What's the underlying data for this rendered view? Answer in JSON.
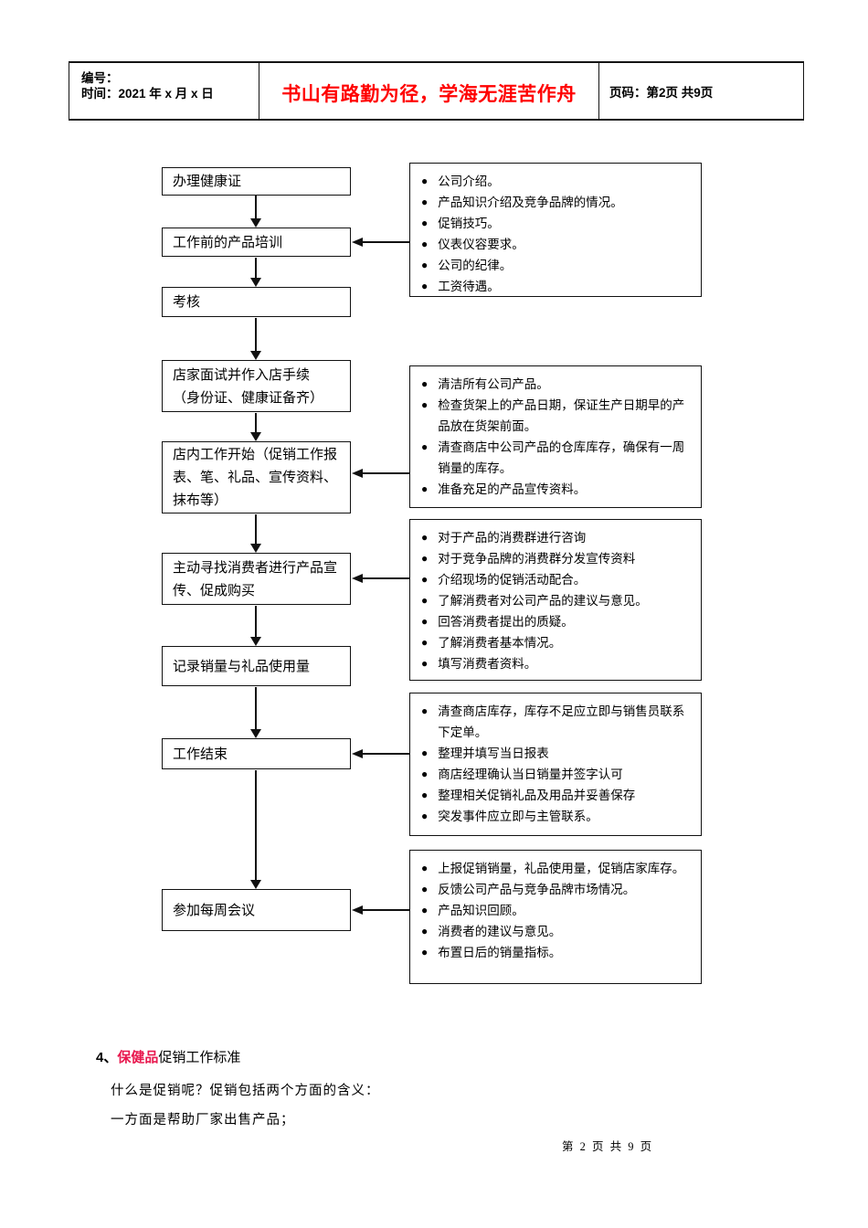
{
  "header": {
    "number_label": "编号：",
    "time_label": "时间：2021 年 x 月 x 日",
    "motto": "书山有路勤为径，学海无涯苦作舟",
    "page_label": "页码：第2页 共9页"
  },
  "colors": {
    "motto_red": "#ff0000",
    "highlight_pink": "#e8194f",
    "line_black": "#111111"
  },
  "flowchart": {
    "steps": [
      {
        "label": "办理健康证"
      },
      {
        "label": "工作前的产品培训"
      },
      {
        "label": "考核"
      },
      {
        "label": "店家面试并作入店手续\n（身份证、健康证备齐）"
      },
      {
        "label": "店内工作开始（促销工作报\n表、笔、礼品、宣传资料、\n抹布等）"
      },
      {
        "label": "主动寻找消费者进行产品宣\n传、促成购买"
      },
      {
        "label": "记录销量与礼品使用量"
      },
      {
        "label": "工作结束"
      },
      {
        "label": "参加每周会议"
      }
    ],
    "bullet_icon": "●",
    "details": [
      {
        "bullets": [
          "公司介绍。",
          "产品知识介绍及竞争品牌的情况。",
          "促销技巧。",
          "仪表仪容要求。",
          "公司的纪律。",
          "工资待遇。"
        ]
      },
      {
        "bullets": [
          "清洁所有公司产品。",
          "检查货架上的产品日期，保证生产日期早的产品放在货架前面。",
          "清查商店中公司产品的仓库库存，确保有一周销量的库存。",
          "准备充足的产品宣传资料。"
        ]
      },
      {
        "bullets": [
          "对于产品的消费群进行咨询",
          "对于竞争品牌的消费群分发宣传资料",
          "介绍现场的促销活动配合。",
          "了解消费者对公司产品的建议与意见。",
          "回答消费者提出的质疑。",
          "了解消费者基本情况。",
          "填写消费者资料。"
        ]
      },
      {
        "bullets": [
          "清查商店库存，库存不足应立即与销售员联系下定单。",
          "整理并填写当日报表",
          "商店经理确认当日销量并签字认可",
          "整理相关促销礼品及用品并妥善保存",
          "突发事件应立即与主管联系。"
        ]
      },
      {
        "bullets": [
          "上报促销销量，礼品使用量，促销店家库存。",
          "反馈公司产品与竞争品牌市场情况。",
          "产品知识回顾。",
          "消费者的建议与意见。",
          "布置日后的销量指标。"
        ]
      }
    ]
  },
  "body": {
    "section_number": "4、",
    "section_highlight": "保健品",
    "section_rest": "促销工作标准",
    "paragraph1": "什么是促销呢？促销包括两个方面的含义：",
    "paragraph2": "一方面是帮助厂家出售产品；"
  },
  "footer": {
    "page_info": "第 2 页 共 9 页"
  }
}
